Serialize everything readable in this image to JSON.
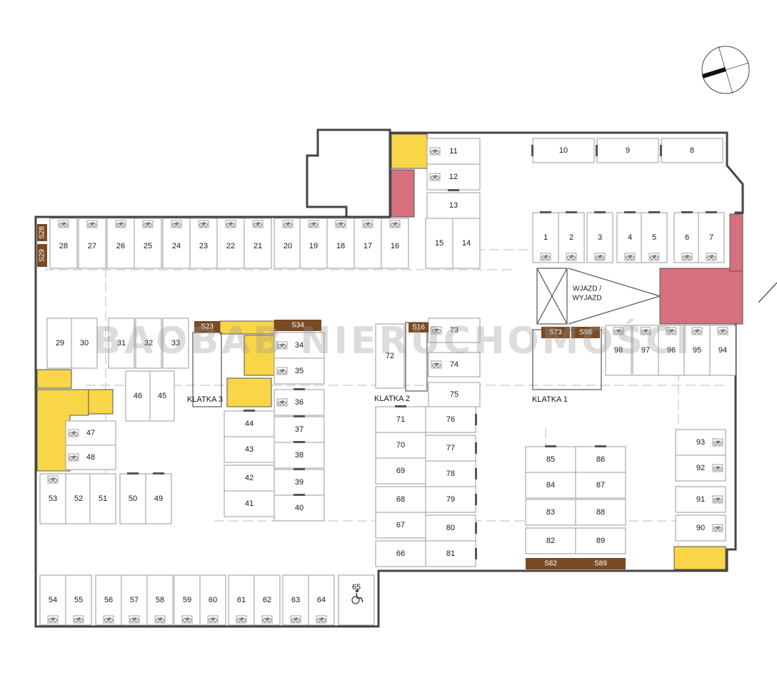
{
  "watermark": "BAOBAB NIERUCHOMOŚCI",
  "colors": {
    "storage": "#7a4a22",
    "yellow": "#f9d548",
    "pink": "#d7707e",
    "wall": "#444444"
  },
  "icons": {
    "bike": "bicycle-icon",
    "wheelchair": "wheelchair-icon",
    "compass": "compass-icon"
  },
  "ramp_label": [
    "WJAZD /",
    "WYJAZD"
  ],
  "cores": [
    "KLATKA 3",
    "KLATKA 2",
    "KLATKA 1"
  ],
  "storage": [
    "S28",
    "S29",
    "S23",
    "S34",
    "S16",
    "S73",
    "S98",
    "S82",
    "S89"
  ],
  "spots": {
    "row_top_left": [
      "28",
      "27",
      "26",
      "25",
      "24",
      "23",
      "22",
      "21",
      "20",
      "19",
      "18",
      "17",
      "16"
    ],
    "top_cluster": [
      "11",
      "12",
      "13",
      "15",
      "14"
    ],
    "top_right_row": [
      "10",
      "9",
      "8"
    ],
    "right_upper_row": [
      "1",
      "2",
      "3",
      "4",
      "5",
      "6",
      "7"
    ],
    "right_mid_row": [
      "98",
      "97",
      "96",
      "95",
      "94"
    ],
    "left_block": [
      "29",
      "30",
      "31",
      "32",
      "33"
    ],
    "left_mid": [
      "46",
      "45",
      "47",
      "48"
    ],
    "left_lower": [
      "53",
      "52",
      "51",
      "50",
      "49"
    ],
    "center_pairs": [
      "34",
      "35",
      "36",
      "37",
      "38",
      "39",
      "40",
      "44",
      "43",
      "42",
      "41"
    ],
    "center_right": [
      "72",
      "73",
      "74",
      "75",
      "71",
      "70",
      "69",
      "68",
      "67",
      "66",
      "76",
      "77",
      "78",
      "79",
      "80",
      "81"
    ],
    "east_block": [
      "85",
      "86",
      "84",
      "87",
      "83",
      "88",
      "82",
      "89"
    ],
    "east_column": [
      "93",
      "92",
      "91",
      "90"
    ],
    "bottom_row": [
      "54",
      "55",
      "56",
      "57",
      "58",
      "59",
      "60",
      "61",
      "62",
      "63",
      "64",
      "65"
    ]
  }
}
